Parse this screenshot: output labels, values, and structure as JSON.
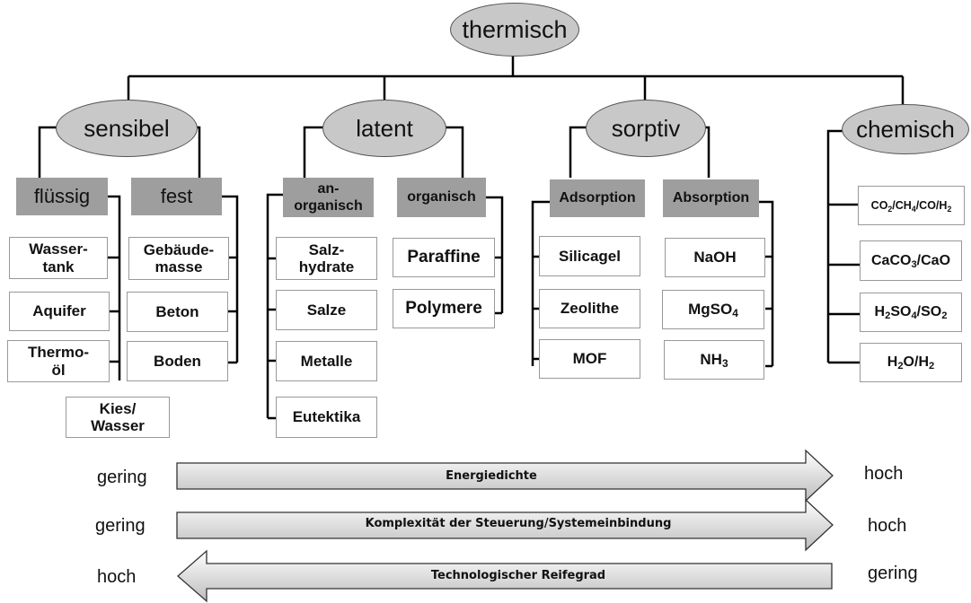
{
  "root": "thermisch",
  "categories": {
    "sensibel": {
      "label": "sensibel",
      "groups": [
        {
          "label": "flüssig",
          "items": [
            [
              "Wasser-",
              "tank"
            ],
            [
              "Aquifer"
            ],
            [
              "Thermo-",
              "öl"
            ]
          ]
        },
        {
          "label": "fest",
          "items": [
            [
              "Gebäude-",
              "masse"
            ],
            [
              "Beton"
            ],
            [
              "Boden"
            ]
          ]
        }
      ],
      "extra": [
        "Kies/",
        "Wasser"
      ]
    },
    "latent": {
      "label": "latent",
      "groups": [
        {
          "label": [
            "an-",
            "organisch"
          ],
          "items": [
            [
              "Salz-",
              "hydrate"
            ],
            [
              "Salze"
            ],
            [
              "Metalle"
            ],
            [
              "Eutektika"
            ]
          ]
        },
        {
          "label": "organisch",
          "items": [
            [
              "Paraffine"
            ],
            [
              "Polymere"
            ]
          ]
        }
      ]
    },
    "sorptiv": {
      "label": "sorptiv",
      "groups": [
        {
          "label": "Adsorption",
          "items": [
            "Silicagel",
            "Zeolithe",
            "MOF"
          ]
        },
        {
          "label": "Absorption",
          "items": [
            "NaOH",
            "MgSO4",
            "NH3"
          ]
        }
      ]
    },
    "chemisch": {
      "label": "chemisch",
      "items": [
        "CO2/CH4/CO/H2",
        "CaCO3/CaO",
        "H2SO4/SO2",
        "H2O/H2"
      ]
    }
  },
  "scales": [
    {
      "left": "gering",
      "label": "Energiedichte",
      "right": "hoch",
      "direction": "right"
    },
    {
      "left": "gering",
      "label": "Komplexität der Steuerung/Systemeinbindung",
      "right": "hoch",
      "direction": "right"
    },
    {
      "left": "hoch",
      "label": "Technologischer Reifegrad",
      "right": "gering",
      "direction": "left"
    }
  ]
}
